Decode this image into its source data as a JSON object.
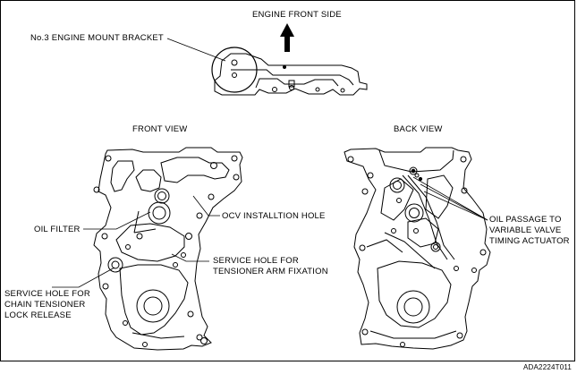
{
  "labels": {
    "front_side": "ENGINE  FRONT SIDE",
    "mount_bracket": "No.3 ENGINE MOUNT BRACKET",
    "front_view": "FRONT VIEW",
    "back_view": "BACK VIEW",
    "ocv_hole": "OCV INSTALLTION HOLE",
    "oil_filter": "OIL FILTER",
    "service_arm_1": "SERVICE HOLE FOR",
    "service_arm_2": "TENSIONER ARM FIXATION",
    "service_lock_1": "SERVICE HOLE FOR",
    "service_lock_2": "CHAIN TENSIONER",
    "service_lock_3": "LOCK RELEASE",
    "oil_passage_1": "OIL PASSAGE TO",
    "oil_passage_2": "VARIABLE VALVE",
    "oil_passage_3": "TIMING ACTUATOR",
    "figure_code": "ADA2224T011"
  }
}
